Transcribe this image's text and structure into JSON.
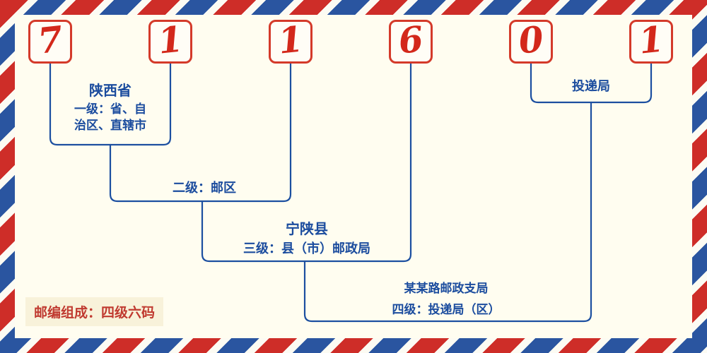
{
  "postal_code": {
    "digits": [
      "7",
      "1",
      "1",
      "6",
      "0",
      "1"
    ]
  },
  "labels": {
    "level1_region": "陕西省",
    "level1_desc_line1": "一级：省、自",
    "level1_desc_line2": "治区、直辖市",
    "level2_desc": "二级：邮区",
    "level3_region": "宁陕县",
    "level3_desc": "三级：县（市）邮政局",
    "level4_branch": "某某路邮政支局",
    "level4_desc": "四级：投递局（区）",
    "delivery_office": "投递局",
    "footer_note": "邮编组成：四级六码"
  },
  "colors": {
    "digit_red": "#d3281b",
    "box_border_red": "#d43a2a",
    "line_blue": "#1c4fa0",
    "label_blue": "#1b4c9e",
    "stripe_red": "#ce2d28",
    "stripe_blue": "#2a55a0",
    "background_cream": "#fffdf0",
    "footer_red": "#c03a30",
    "footer_bg": "#f8f2da"
  }
}
